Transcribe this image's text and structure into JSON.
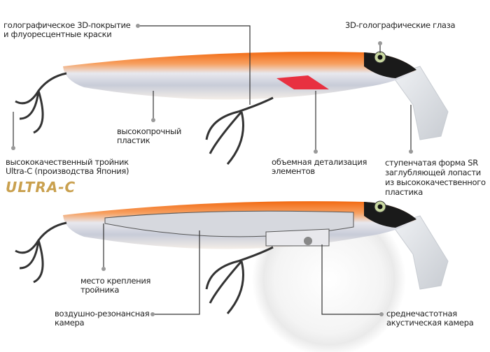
{
  "labels": {
    "holo_coating": [
      "голографическое 3D-покрытие",
      "и флуоресцентные краски"
    ],
    "holo_eyes": [
      "3D-голографические глаза"
    ],
    "plastic": [
      "высокопрочный",
      "пластик"
    ],
    "treble_hook": [
      "высококачественный тройник",
      "Ultra-C (производства Япония)"
    ],
    "detailing": [
      "объемная детализация",
      "элементов"
    ],
    "lip": [
      "ступенчатая форма SR",
      "заглубляющей лопасти",
      "из высококачественного",
      "пластика"
    ],
    "hook_mount": [
      "место крепления",
      "тройника"
    ],
    "air_chamber": [
      "воздушно-резонансная",
      "камера"
    ],
    "acoustic_chamber": [
      "среднечастотная",
      "акустическая камера"
    ]
  },
  "logo": "ULTRA-C",
  "colors": {
    "orange": "#f26a12",
    "leader": "#333333",
    "dot": "#999999",
    "logo": "#c9a04e"
  }
}
